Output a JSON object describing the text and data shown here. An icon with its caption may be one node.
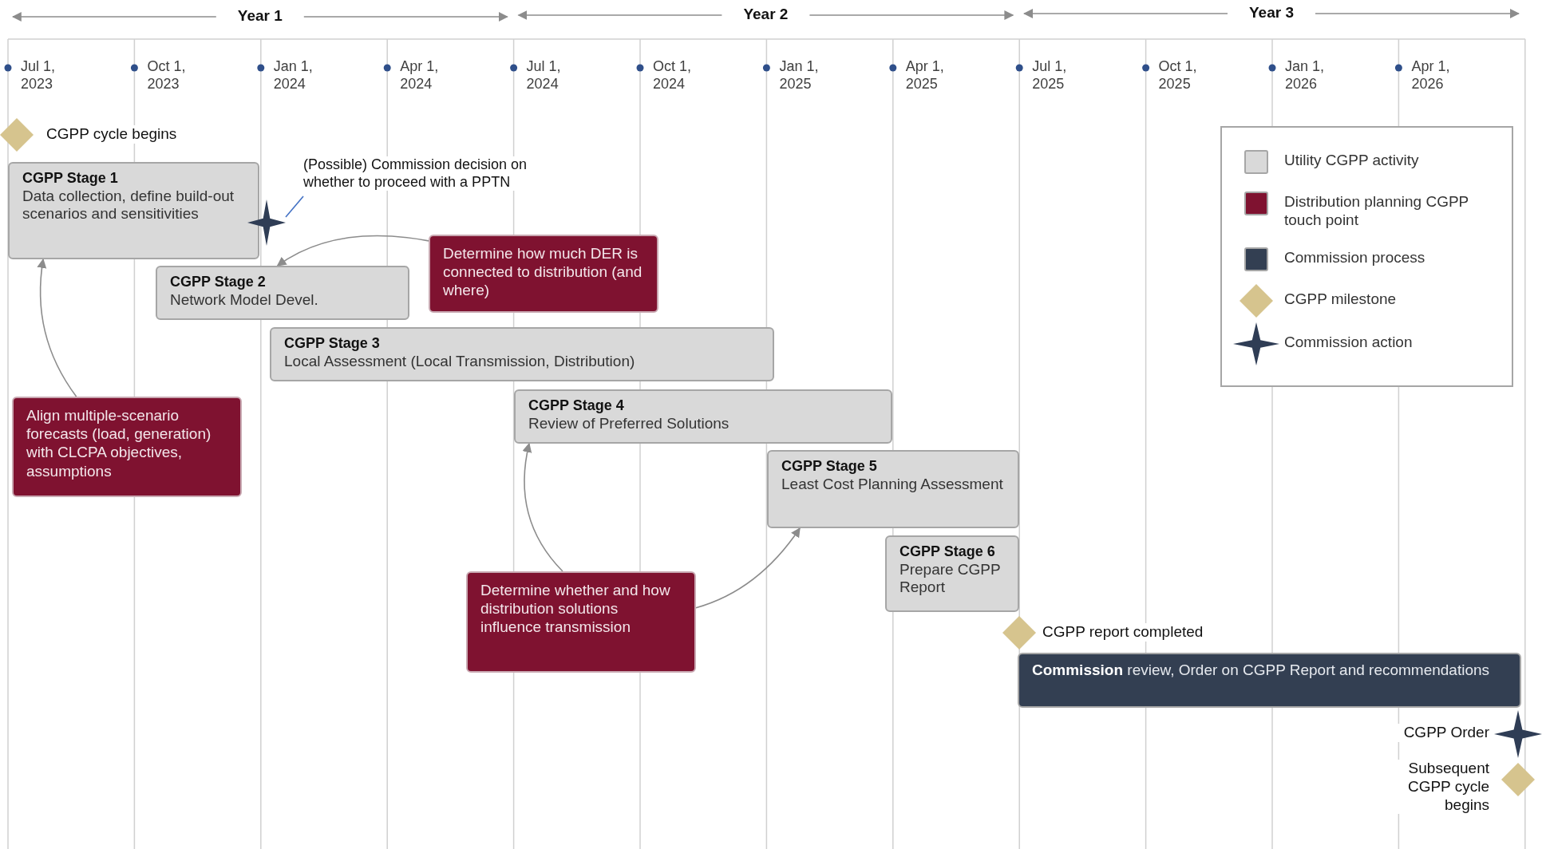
{
  "diagram": {
    "nodes": [
      {
        "text": [],
        "shape": "diamond",
        "beside": [
          "CGPP cycle begins"
        ]
      },
      {
        "text": [
          "CGPP Stage 1",
          "Data collection, define build-out scenarios and sensitivities"
        ]
      },
      {
        "text": [],
        "shape": "star"
      },
      {
        "text": [
          "(Possible) Commission decision on whether to proceed with a PPTN"
        ]
      },
      {
        "text": [
          "CGPP Stage 2",
          "Network Model Devel."
        ]
      },
      {
        "text": [
          "Determine how much DER is connected to distribution (and where)"
        ]
      },
      {
        "text": [
          "CGPP Stage 3",
          "Local Assessment (Local Transmission, Distribution)"
        ]
      },
      {
        "text": [
          "Align multiple-scenario forecasts (load, generation) with CLCPA objectives, assumptions"
        ]
      },
      {
        "text": [
          "CGPP Stage 4",
          "Review of Preferred Solutions"
        ]
      },
      {
        "text": [
          "CGPP Stage 5",
          "Least Cost Planning Assessment"
        ]
      },
      {
        "text": [
          "CGPP Stage 6",
          "Prepare CGPP Report"
        ]
      },
      {
        "text": [
          "Determine whether and how distribution solutions influence transmission"
        ]
      },
      {
        "text": [],
        "shape": "diamond",
        "beside": [
          "CGPP report completed"
        ]
      },
      {
        "text": [
          "**Commission** review, Order on CGPP Report and recommendations"
        ]
      },
      {
        "text": [],
        "shape": "star",
        "beside": [
          "CGPP Order"
        ]
      },
      {
        "text": [],
        "shape": "diamond",
        "beside": [
          "Subsequent CGPP cycle begins"
        ]
      }
    ],
    "edges": [
      {
        "from": 3,
        "to": 2,
        "arrow": "none",
        "color": "#4472c4"
      },
      {
        "from": 5,
        "to": 4,
        "arrow": "to"
      },
      {
        "from": 7,
        "to": 1,
        "arrow": "to"
      },
      {
        "from": 11,
        "to": 8,
        "arrow": "to"
      },
      {
        "from": 11,
        "to": 9,
        "arrow": "to"
      }
    ],
    "labels": [
      "Year 1",
      "Year 2",
      "Year 3",
      "Jul 1, 2023",
      "Oct 1, 2023",
      "Jan 1, 2024",
      "Apr 1, 2024",
      "Jul 1, 2024",
      "Oct 1, 2024",
      "Jan 1, 2025",
      "Apr 1, 2025",
      "Jul 1, 2025",
      "Oct 1, 2025",
      "Jan 1, 2026",
      "Apr 1, 2026"
    ],
    "legend": [
      {
        "text": "Utility CGPP activity",
        "color": "#d9d9d9"
      },
      {
        "text": "Distribution planning CGPP touch point",
        "color": "#7f1230"
      },
      {
        "text": "Commission process",
        "color": "#333f52"
      },
      {
        "text": "CGPP milestone"
      },
      {
        "text": "Commission action"
      }
    ]
  }
}
